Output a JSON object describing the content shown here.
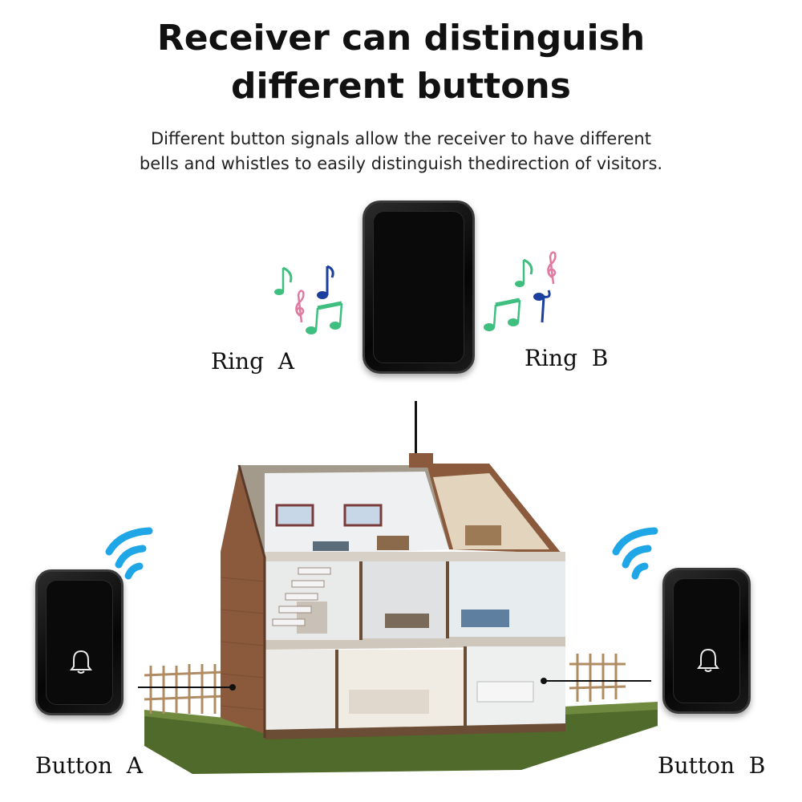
{
  "header": {
    "title_line1": "Receiver can distinguish",
    "title_line2": "different buttons",
    "subtitle_line1": "Different button signals allow the receiver to have different",
    "subtitle_line2": "bells and whistles to easily distinguish thedirection of visitors."
  },
  "labels": {
    "ring_a": "Ring  A",
    "ring_b": "Ring  B",
    "button_a": "Button  A",
    "button_b": "Button  B"
  },
  "colors": {
    "note_green": "#3fbf7f",
    "note_blue": "#1a3f9e",
    "note_pink": "#e07aa0",
    "wifi_blue": "#1fa6e6",
    "device_black": "#0a0a0a"
  },
  "icons": {
    "button_a_icon": "bell-icon",
    "button_b_icon": "bell-icon"
  }
}
